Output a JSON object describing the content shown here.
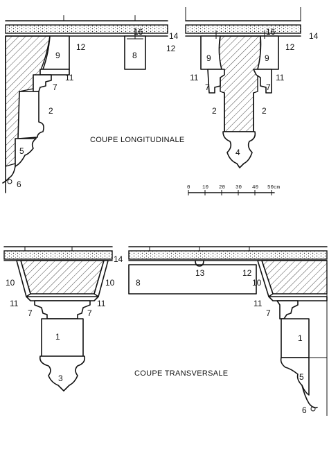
{
  "captions": {
    "longitudinal": "COUPE LONGITUDINALE",
    "transversal": "COUPE TRANSVERSALE"
  },
  "scale": {
    "ticks": [
      "0",
      "10",
      "20",
      "30",
      "40",
      "50cm"
    ]
  },
  "labels": {
    "l1_16": "16",
    "l1_14": "14",
    "l1_12a": "12",
    "l1_12b": "12",
    "l1_9": "9",
    "l1_8": "8",
    "l1_11": "11",
    "l1_7": "7",
    "l1_2": "2",
    "l1_5": "5",
    "l1_6": "6",
    "l2_16": "16",
    "l2_14": "14",
    "l2_12": "12",
    "l2_9a": "9",
    "l2_9b": "9",
    "l2_11a": "11",
    "l2_11b": "11",
    "l2_7a": "7",
    "l2_7b": "7",
    "l2_2a": "2",
    "l2_2b": "2",
    "l2_4": "4",
    "t1_14": "14",
    "t1_10a": "10",
    "t1_10b": "10",
    "t1_11a": "11",
    "t1_11b": "11",
    "t1_7a": "7",
    "t1_7b": "7",
    "t1_1": "1",
    "t1_3": "3",
    "t2_8": "8",
    "t2_13": "13",
    "t2_12": "12",
    "t2_10": "10",
    "t2_11": "11",
    "t2_7": "7",
    "t2_1": "1",
    "t2_5": "5",
    "t2_6": "6"
  }
}
